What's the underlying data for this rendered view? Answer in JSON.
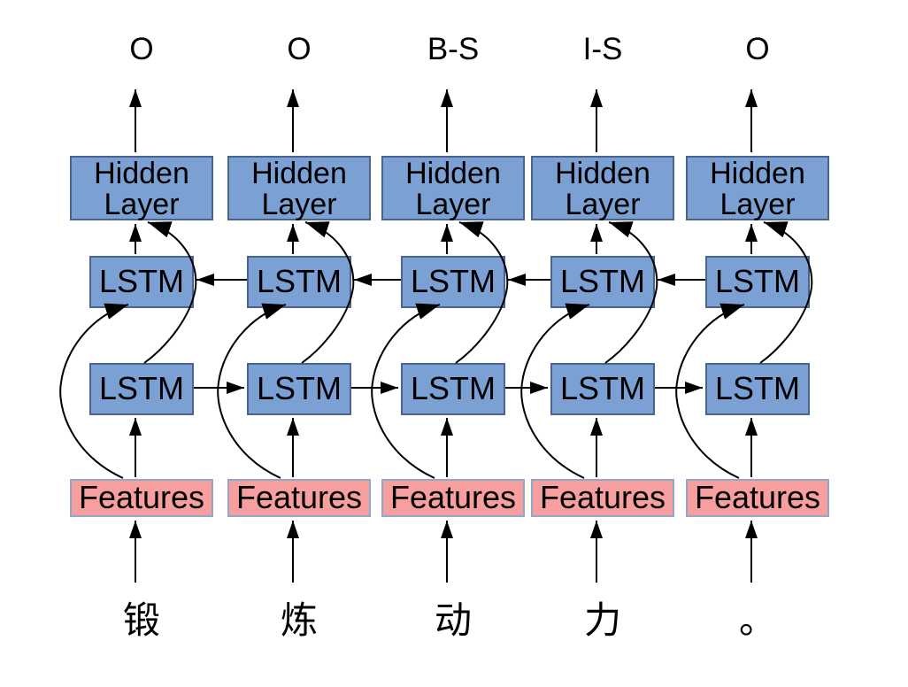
{
  "diagram": {
    "description": "Bidirectional LSTM sequence labeling diagram",
    "box_labels": {
      "hidden_line1": "Hidden",
      "hidden_line2": "Layer",
      "lstm": "LSTM",
      "features": "Features"
    },
    "columns": [
      {
        "tag": "O",
        "char": "锻"
      },
      {
        "tag": "O",
        "char": "炼"
      },
      {
        "tag": "B-S",
        "char": "动"
      },
      {
        "tag": "I-S",
        "char": "力"
      },
      {
        "tag": "O",
        "char": "。"
      }
    ],
    "colors": {
      "lstm_hidden_fill": "#7ba0d3",
      "lstm_hidden_border": "#49648f",
      "features_fill": "#f79f9f",
      "features_border": "#8fa7cc",
      "arrow": "#000000",
      "background": "#ffffff"
    }
  }
}
